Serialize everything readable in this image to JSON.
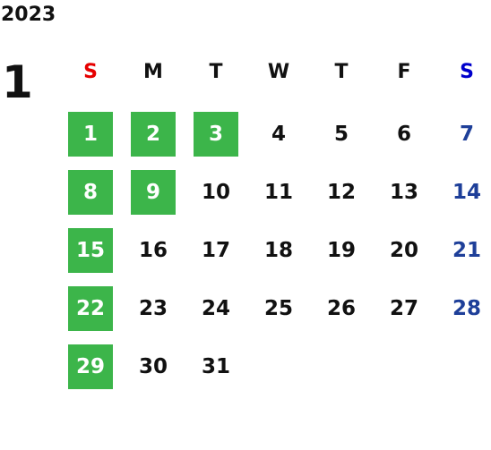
{
  "calendar": {
    "year": "2023",
    "month": "1",
    "weekdays": [
      "S",
      "M",
      "T",
      "W",
      "T",
      "F",
      "S"
    ],
    "colors": {
      "highlight": "#3cb54a",
      "sunday_header": "#e60000",
      "saturday_header": "#0000cc",
      "saturday_days": "#1e3f99"
    },
    "weeks": [
      [
        {
          "d": "1",
          "hl": true
        },
        {
          "d": "2",
          "hl": true
        },
        {
          "d": "3",
          "hl": true
        },
        {
          "d": "4"
        },
        {
          "d": "5"
        },
        {
          "d": "6"
        },
        {
          "d": "7"
        }
      ],
      [
        {
          "d": "8",
          "hl": true
        },
        {
          "d": "9",
          "hl": true
        },
        {
          "d": "10"
        },
        {
          "d": "11"
        },
        {
          "d": "12"
        },
        {
          "d": "13"
        },
        {
          "d": "14"
        }
      ],
      [
        {
          "d": "15",
          "hl": true
        },
        {
          "d": "16"
        },
        {
          "d": "17"
        },
        {
          "d": "18"
        },
        {
          "d": "19"
        },
        {
          "d": "20"
        },
        {
          "d": "21"
        }
      ],
      [
        {
          "d": "22",
          "hl": true
        },
        {
          "d": "23"
        },
        {
          "d": "24"
        },
        {
          "d": "25"
        },
        {
          "d": "26"
        },
        {
          "d": "27"
        },
        {
          "d": "28"
        }
      ],
      [
        {
          "d": "29",
          "hl": true
        },
        {
          "d": "30"
        },
        {
          "d": "31"
        }
      ]
    ]
  }
}
